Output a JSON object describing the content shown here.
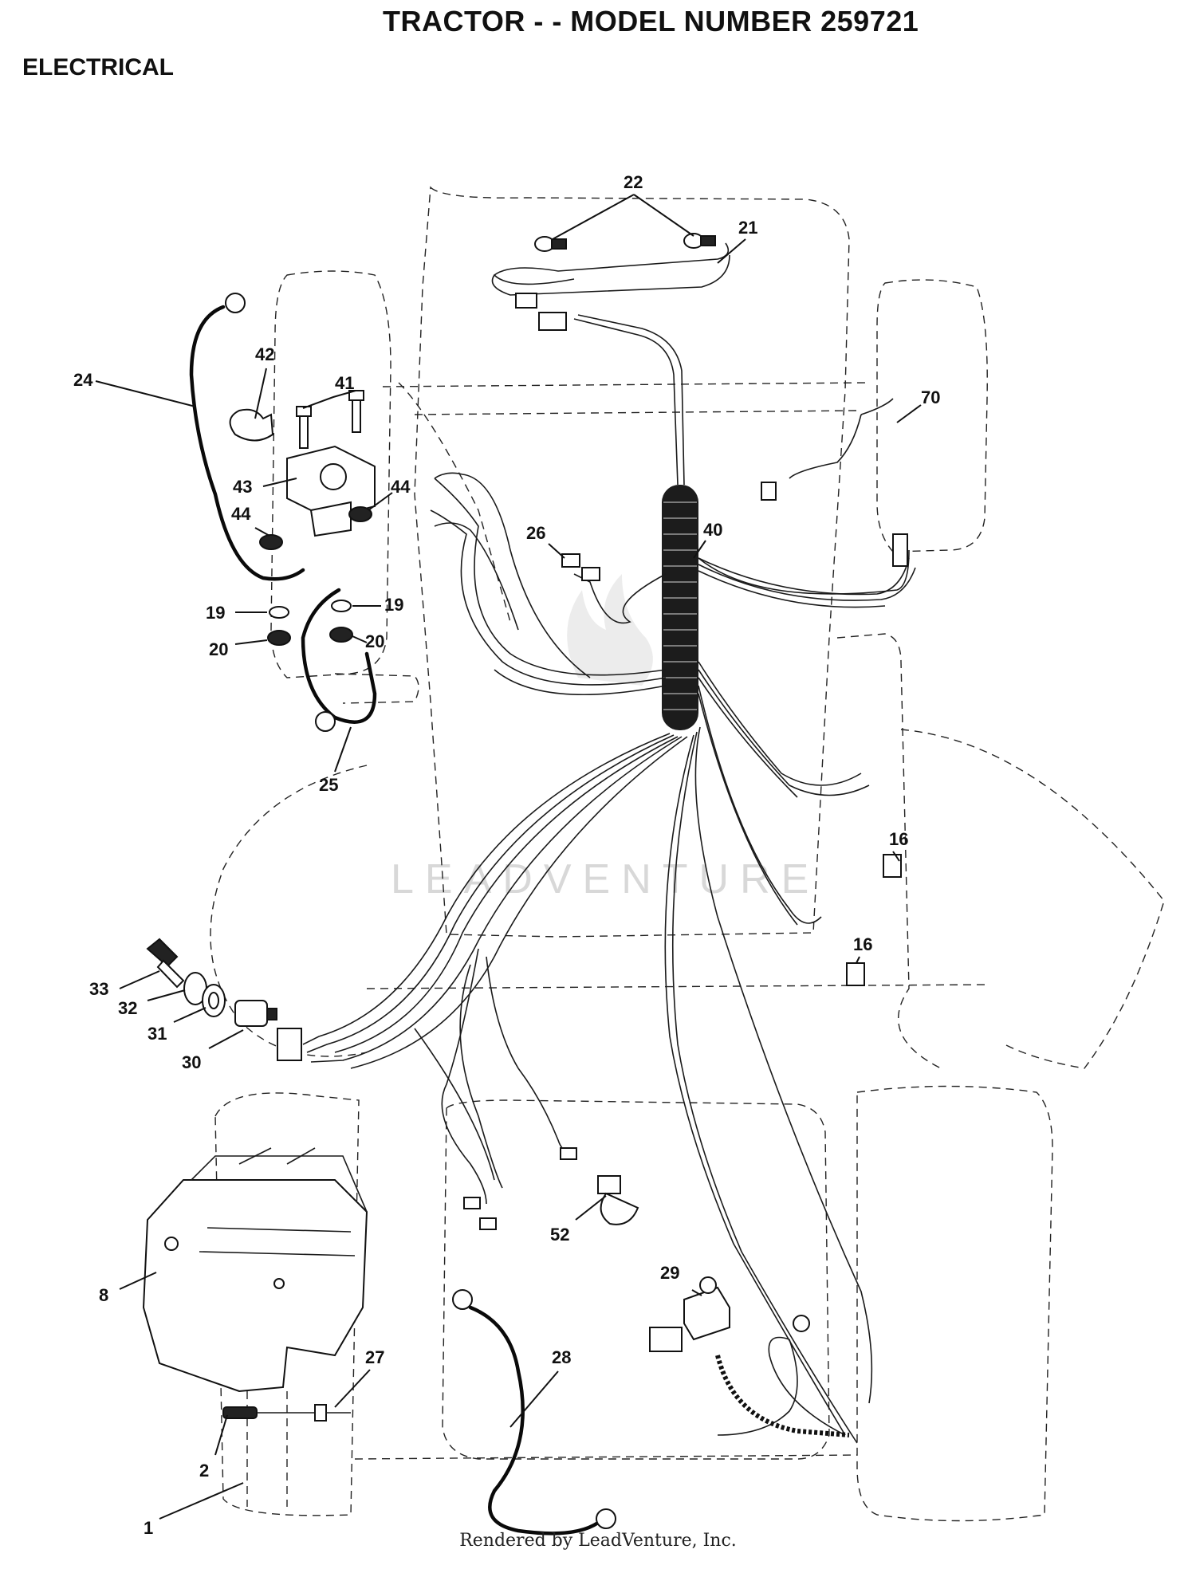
{
  "header": {
    "title": "TRACTOR - - MODEL NUMBER 259721",
    "section": "ELECTRICAL"
  },
  "footer": {
    "credit": "Rendered by LeadVenture, Inc."
  },
  "watermark": {
    "text": "LEADVENTURE"
  },
  "callouts": [
    {
      "id": "c22",
      "label": "22"
    },
    {
      "id": "c21",
      "label": "21"
    },
    {
      "id": "c42",
      "label": "42"
    },
    {
      "id": "c41",
      "label": "41"
    },
    {
      "id": "c24",
      "label": "24"
    },
    {
      "id": "c70",
      "label": "70"
    },
    {
      "id": "c43",
      "label": "43"
    },
    {
      "id": "c44a",
      "label": "44"
    },
    {
      "id": "c44b",
      "label": "44"
    },
    {
      "id": "c40",
      "label": "40"
    },
    {
      "id": "c26",
      "label": "26"
    },
    {
      "id": "c19a",
      "label": "19"
    },
    {
      "id": "c19b",
      "label": "19"
    },
    {
      "id": "c20a",
      "label": "20"
    },
    {
      "id": "c20b",
      "label": "20"
    },
    {
      "id": "c25",
      "label": "25"
    },
    {
      "id": "c16a",
      "label": "16"
    },
    {
      "id": "c16b",
      "label": "16"
    },
    {
      "id": "c33",
      "label": "33"
    },
    {
      "id": "c32",
      "label": "32"
    },
    {
      "id": "c31",
      "label": "31"
    },
    {
      "id": "c30",
      "label": "30"
    },
    {
      "id": "c52",
      "label": "52"
    },
    {
      "id": "c29",
      "label": "29"
    },
    {
      "id": "c8",
      "label": "8"
    },
    {
      "id": "c28",
      "label": "28"
    },
    {
      "id": "c27",
      "label": "27"
    },
    {
      "id": "c2",
      "label": "2"
    },
    {
      "id": "c1",
      "label": "1"
    }
  ]
}
